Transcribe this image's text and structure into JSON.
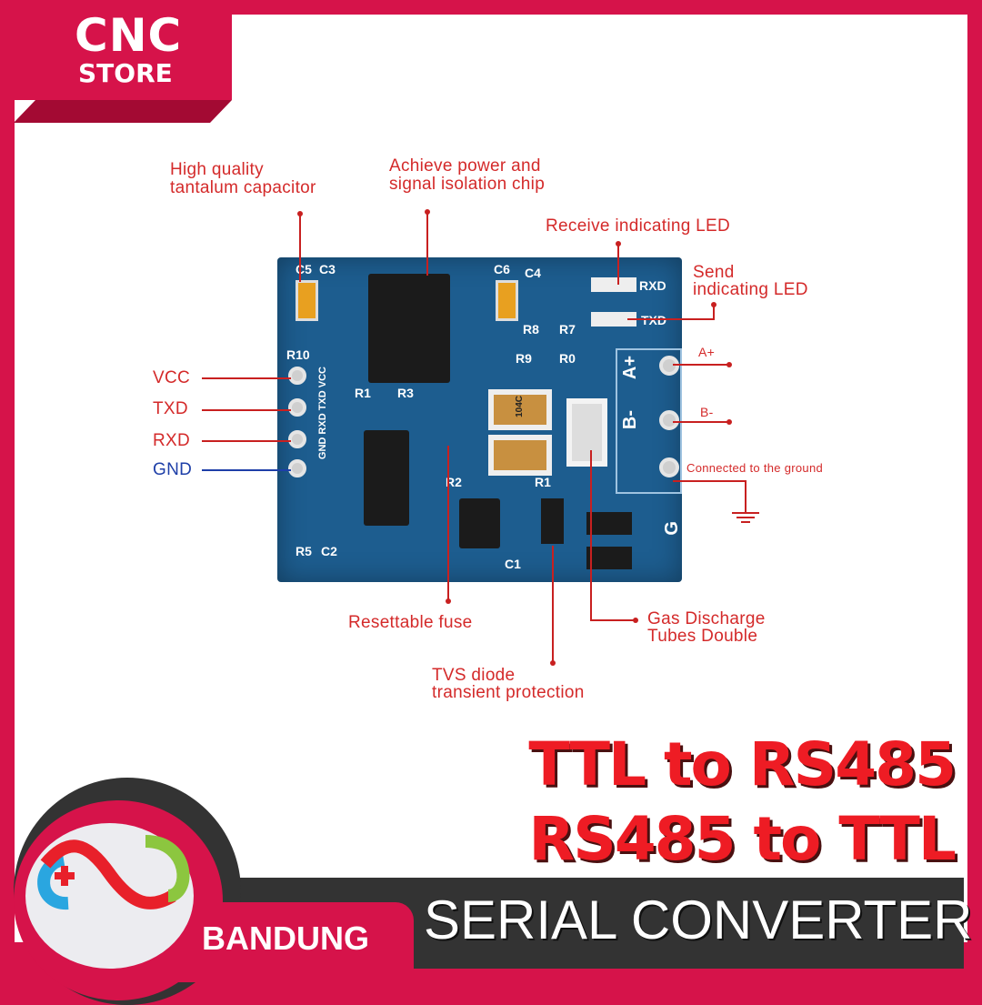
{
  "brand": {
    "line1": "CNC",
    "line2": "STORE",
    "city": "BANDUNG"
  },
  "titles": {
    "line1": "TTL to RS485",
    "line2": "RS485 to TTL",
    "banner": "SERIAL CONVERTER"
  },
  "callouts": {
    "tantalum": [
      "High quality",
      "tantalum capacitor"
    ],
    "isolation": [
      "Achieve power and",
      "signal isolation chip"
    ],
    "receive_led": "Receive indicating LED",
    "send_led": [
      "Send",
      "indicating LED"
    ],
    "fuse": "Resettable fuse",
    "gas_tubes": [
      "Gas Discharge",
      "Tubes Double"
    ],
    "tvs": [
      "TVS diode",
      "transient protection"
    ],
    "ground": "Connected to the ground"
  },
  "pins_left": [
    {
      "label": "VCC",
      "color": "#d42a2a"
    },
    {
      "label": "TXD",
      "color": "#d42a2a"
    },
    {
      "label": "RXD",
      "color": "#d42a2a"
    },
    {
      "label": "GND",
      "color": "#1e3fa8"
    }
  ],
  "pins_right": {
    "a": "A+",
    "b": "B-"
  },
  "board_silk": {
    "c5": "C5",
    "c3": "C3",
    "c6": "C6",
    "c4": "C4",
    "rxd": "RXD",
    "txd": "TXD",
    "r8": "R8",
    "r7": "R7",
    "r9": "R9",
    "r0": "R0",
    "r10": "R10",
    "r1": "R1",
    "r3": "R3",
    "r2": "R2",
    "r1b": "R1",
    "r5": "R5",
    "c2": "C2",
    "c1": "C1",
    "side": "GND RXD TXD VCC",
    "ap": "A+",
    "bm": "B-",
    "g": "G",
    "cap": "104C"
  },
  "colors": {
    "frame": "#d6134a",
    "label": "#d42a2a",
    "board": "#1d5d8f",
    "dark": "#333333"
  }
}
